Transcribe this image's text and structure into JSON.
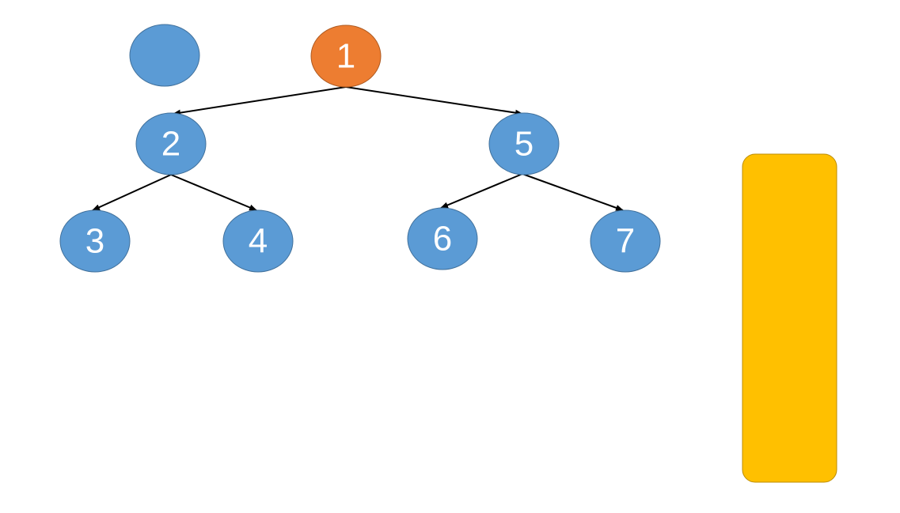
{
  "colors": {
    "node_default": "#5B9BD5",
    "node_highlight": "#ED7D31",
    "node_border": "#41719C",
    "highlight_border": "#AE5A21",
    "stack_fill": "#FFC000",
    "stack_border": "#BC8C00",
    "edge": "#000000"
  },
  "legend": {
    "empty_node_label": ""
  },
  "tree": {
    "nodes": [
      {
        "id": "n1",
        "label": "1",
        "highlighted": true
      },
      {
        "id": "n2",
        "label": "2",
        "highlighted": false
      },
      {
        "id": "n3",
        "label": "3",
        "highlighted": false
      },
      {
        "id": "n4",
        "label": "4",
        "highlighted": false
      },
      {
        "id": "n5",
        "label": "5",
        "highlighted": false
      },
      {
        "id": "n6",
        "label": "6",
        "highlighted": false
      },
      {
        "id": "n7",
        "label": "7",
        "highlighted": false
      }
    ],
    "edges": [
      {
        "from": "n1",
        "to": "n2"
      },
      {
        "from": "n1",
        "to": "n5"
      },
      {
        "from": "n2",
        "to": "n3"
      },
      {
        "from": "n2",
        "to": "n4"
      },
      {
        "from": "n5",
        "to": "n6"
      },
      {
        "from": "n5",
        "to": "n7"
      }
    ]
  },
  "stack": {
    "items": []
  }
}
